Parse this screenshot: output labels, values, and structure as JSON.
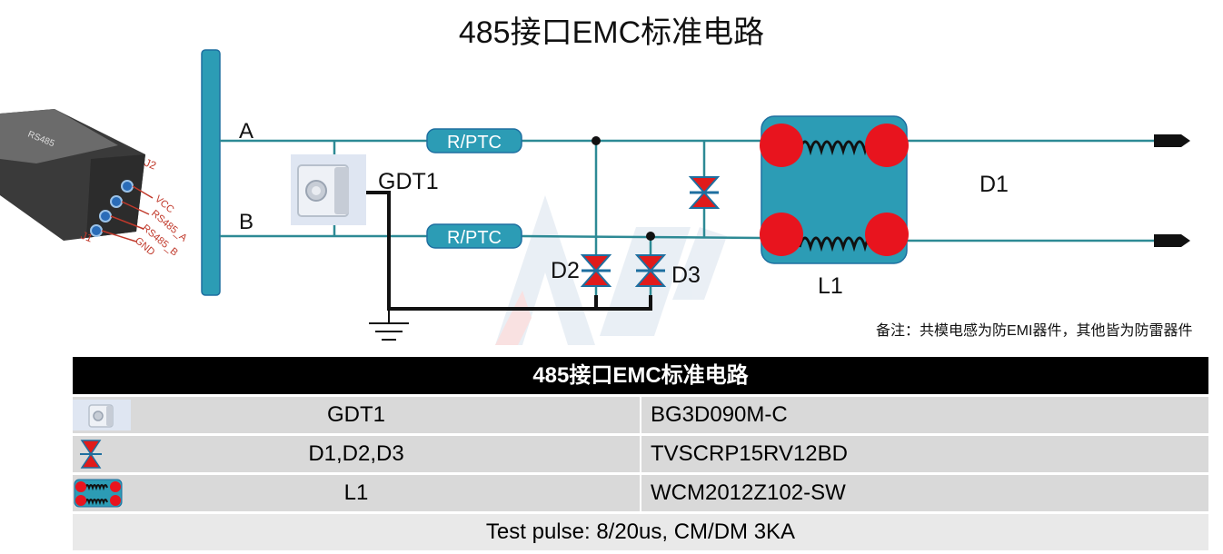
{
  "title": "485接口EMC标准电路",
  "diagram": {
    "line_a": "A",
    "line_b": "B",
    "resistor_a": "R/PTC",
    "resistor_b": "R/PTC",
    "gdt": "GDT1",
    "tvs_d1": "D1",
    "tvs_d2": "D2",
    "tvs_d3": "D3",
    "inductor": "L1",
    "connector_label": "RS485",
    "connector_j2": "J2",
    "connector_j1": "J1",
    "pins": [
      "VCC",
      "RS485_A",
      "RS485_B",
      "GND"
    ]
  },
  "note": "备注：共模电感为防EMI器件，其他皆为防雷器件",
  "table": {
    "header": "485接口EMC标准电路",
    "rows": [
      {
        "icon": "gdt-icon",
        "component": "GDT1",
        "part": "BG3D090M-C"
      },
      {
        "icon": "tvs-diode-icon",
        "component": "D1,D2,D3",
        "part": "TVSCRP15RV12BD"
      },
      {
        "icon": "inductor-icon",
        "component": "L1",
        "part": "WCM2012Z102-SW"
      }
    ],
    "footer": "Test pulse: 8/20us, CM/DM 3KA"
  },
  "colors": {
    "wire": "#2d8a95",
    "component_fill": "#2c9cb5",
    "tvs_red": "#e01b1b",
    "inductor_red": "#e8141e",
    "table_header": "#000000",
    "table_row": "#d9d9d9"
  }
}
